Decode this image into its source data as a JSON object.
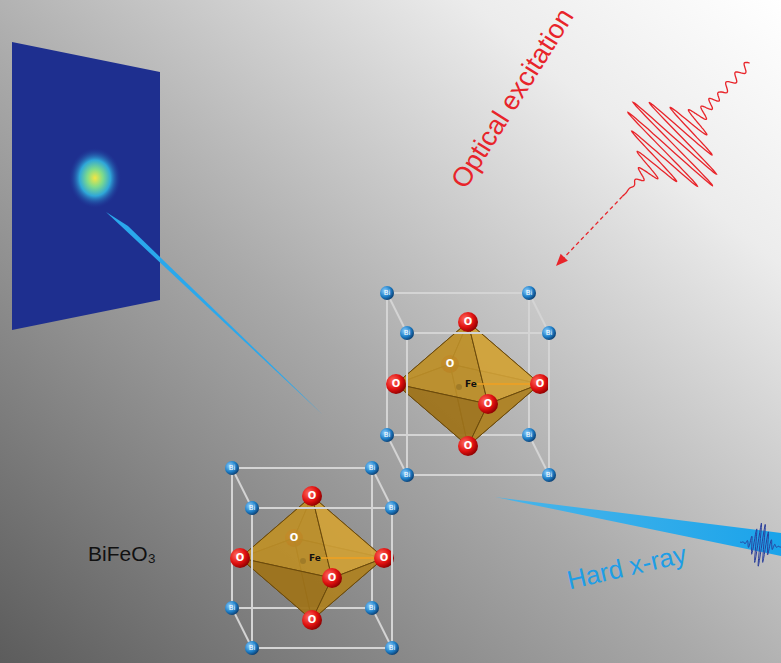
{
  "diagram": {
    "labels": [
      "Optical excitation",
      "Bi",
      "Bi",
      "O",
      "O",
      "O",
      "Fe",
      "O",
      "O",
      "Bi",
      "Bi",
      "O",
      "Bi",
      "Bi",
      "Bi",
      "Bi",
      "Hard x-ray",
      "BiFeO₃",
      "Bi",
      "Bi",
      "O",
      "O",
      "O",
      "Fe",
      "O",
      "O",
      "Bi",
      "Bi",
      "O",
      "Bi",
      "Bi",
      "Bi",
      "Bi"
    ]
  }
}
